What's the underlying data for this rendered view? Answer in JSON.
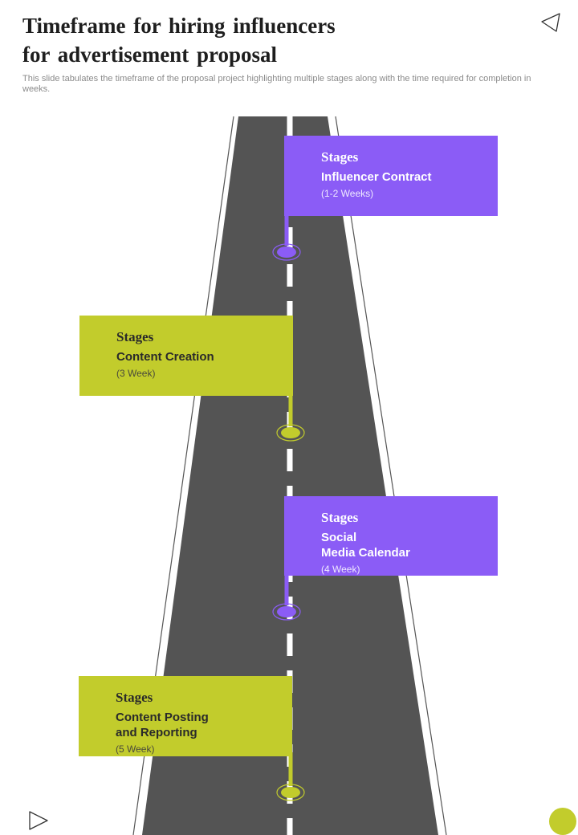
{
  "header": {
    "title": "Timeframe  for hiring influencers\nfor advertisement  proposal",
    "subtitle": "This slide tabulates the timeframe of the proposal project highlighting multiple stages along with the time required for completion in weeks."
  },
  "stages": [
    {
      "label": "Stages",
      "name": "Influencer Contract",
      "duration": "(1-2 Weeks)"
    },
    {
      "label": "Stages",
      "name": "Content Creation",
      "duration": "(3 Week)"
    },
    {
      "label": "Stages",
      "name": "Social\nMedia Calendar",
      "duration": "(4 Week)"
    },
    {
      "label": "Stages",
      "name": "Content Posting\nand Reporting",
      "duration": "(5 Week)"
    }
  ],
  "colors": {
    "purple": "#8b5cf6",
    "green": "#c2cc2c",
    "road": "#545454"
  },
  "icons": {
    "top_right": "triangle-left-outline-icon",
    "bottom_left": "triangle-right-outline-icon",
    "bottom_right": "green-circle-icon"
  }
}
